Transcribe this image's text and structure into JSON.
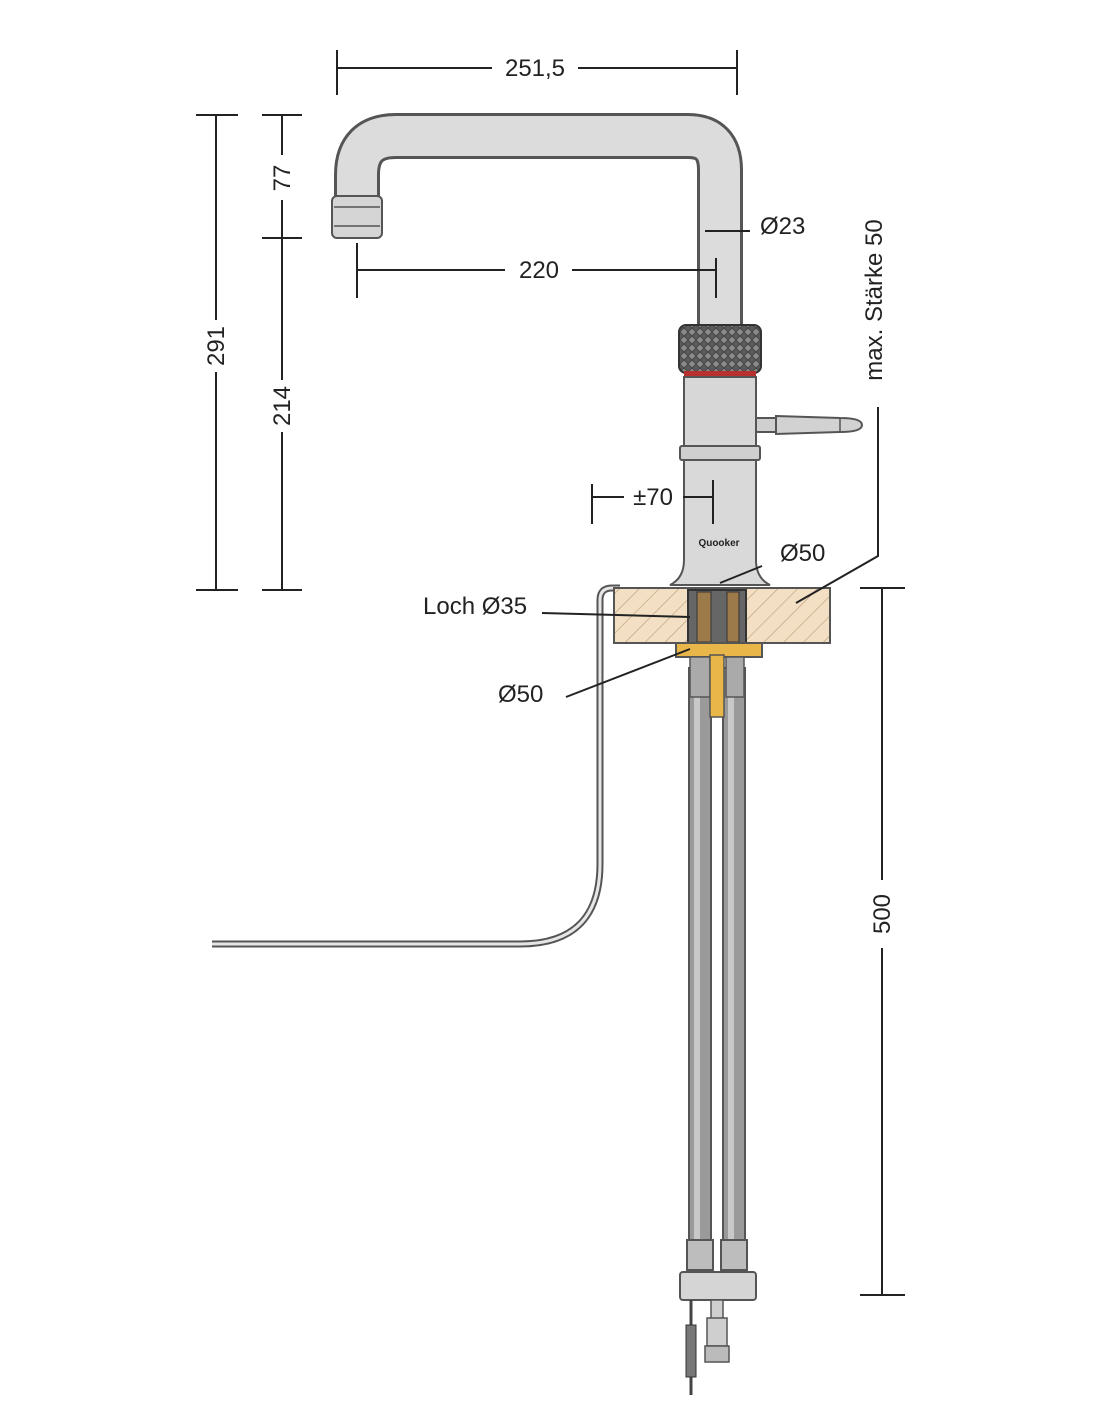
{
  "diagram": {
    "brand": "Quooker",
    "dimensions": {
      "spout_width": "251,5",
      "spout_reach": "220",
      "total_height": "291",
      "spout_drop": "77",
      "body_height": "214",
      "pipe_diameter": "Ø23",
      "max_thickness": "max. Stärke 50",
      "rotation": "±70",
      "base_diameter_top": "Ø50",
      "hole_diameter": "Loch Ø35",
      "base_diameter_bottom": "Ø50",
      "hose_length": "500"
    },
    "colors": {
      "tap": "#dcdcdc",
      "tap_stroke": "#555555",
      "countertop": "#f3dfc4",
      "brass": "#e9b649",
      "red_ring": "#b8312f",
      "dimension_line": "#222222"
    }
  }
}
